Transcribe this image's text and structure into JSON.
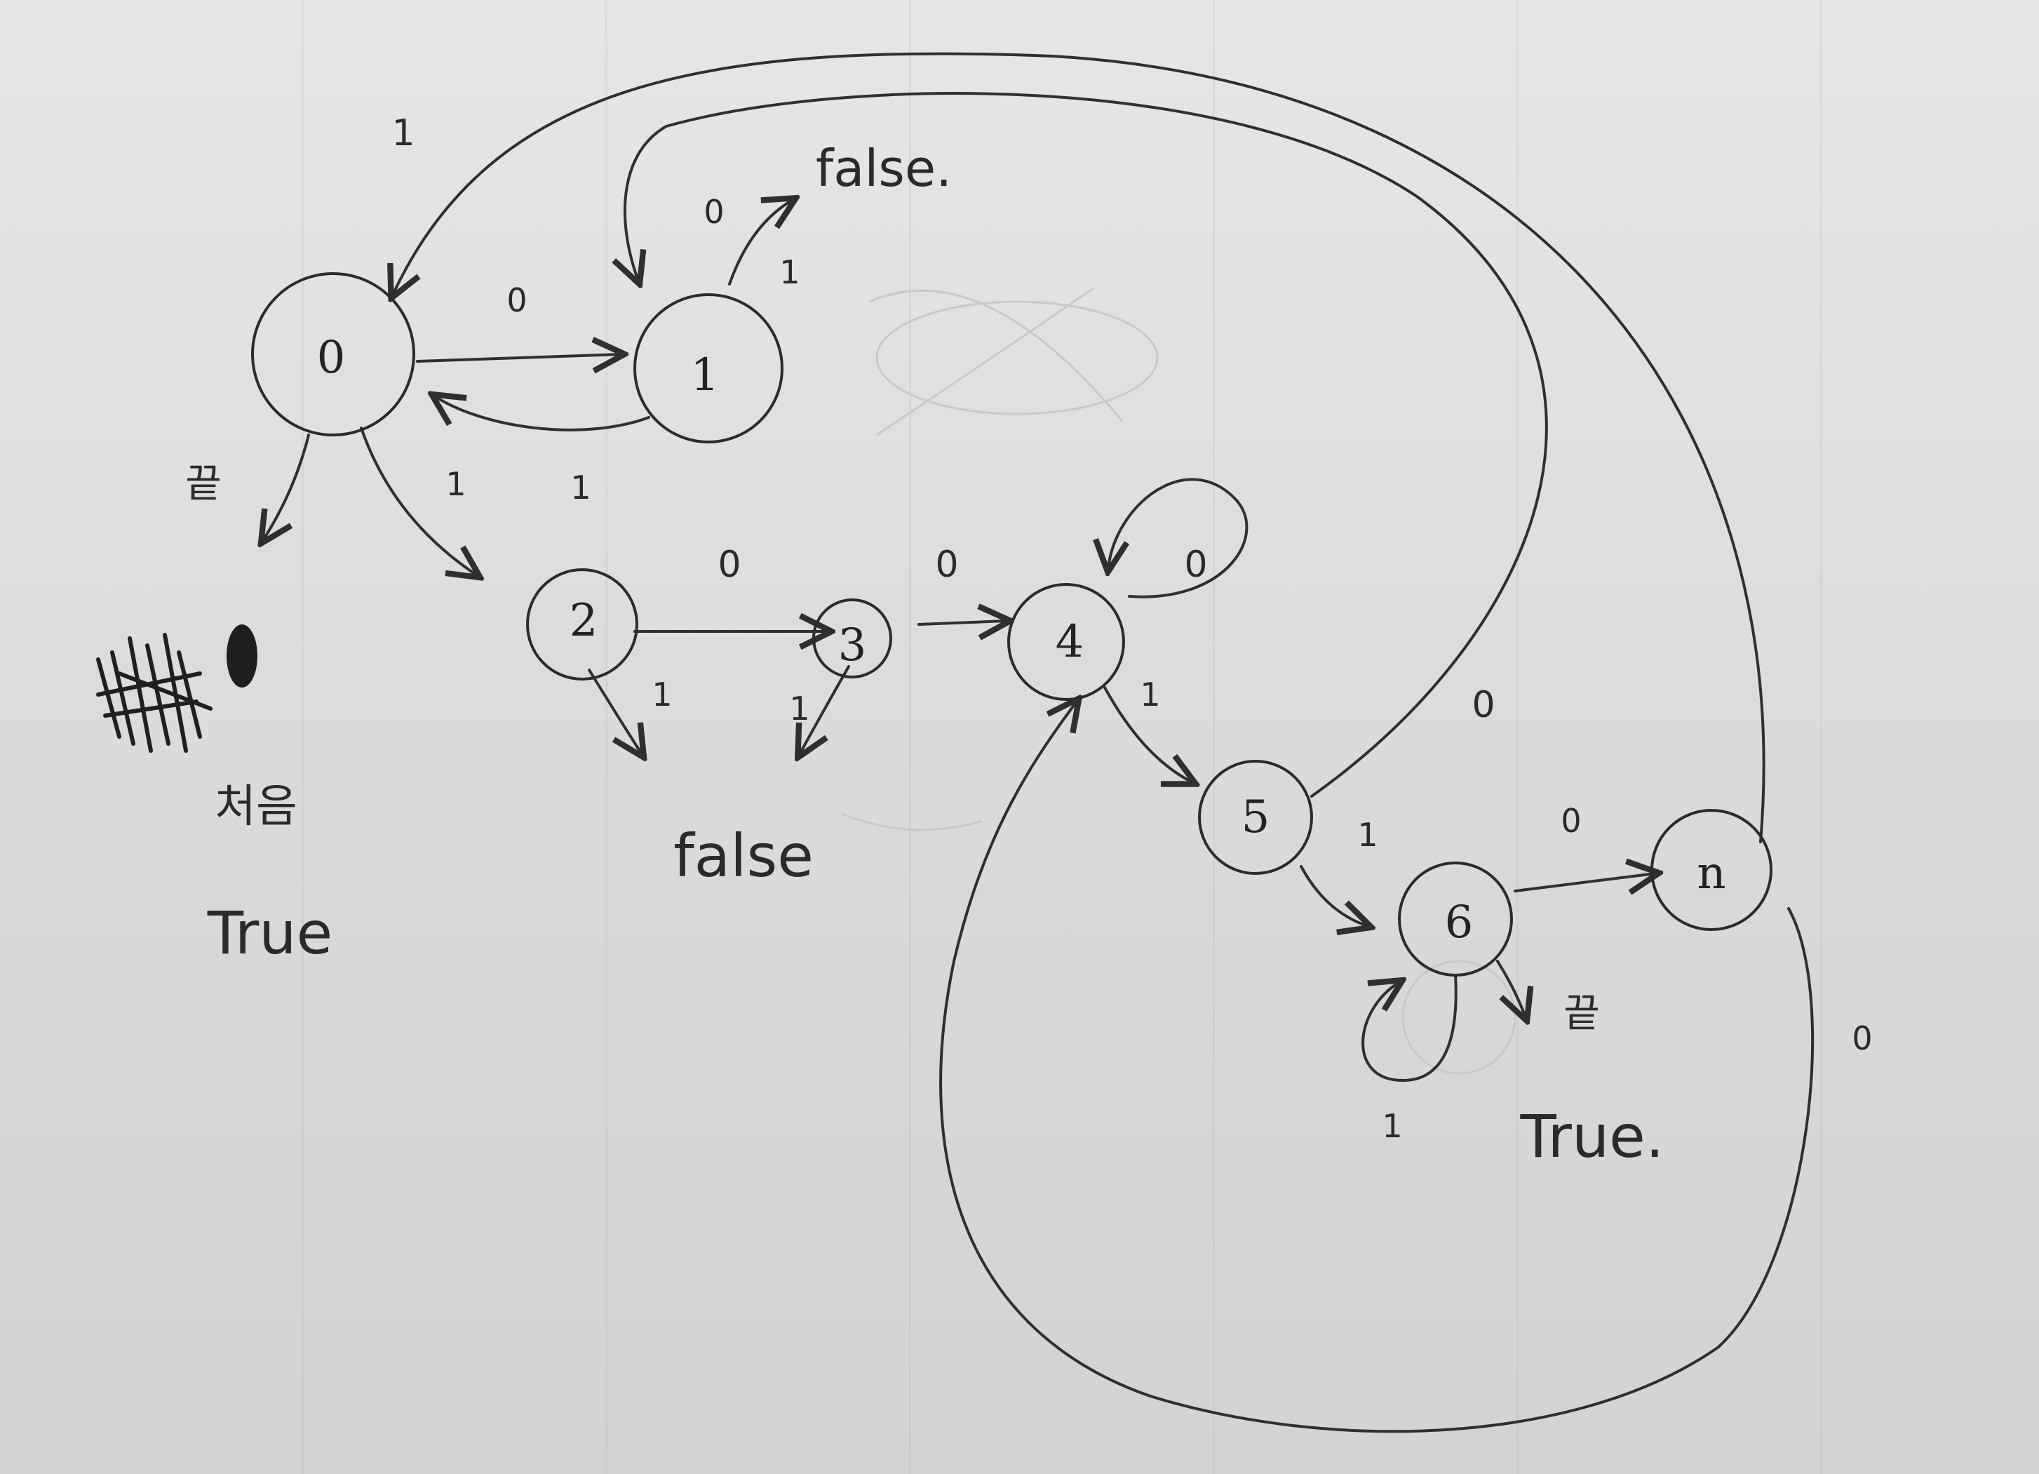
{
  "diagram": {
    "nodes": [
      {
        "id": "n0",
        "label": "0"
      },
      {
        "id": "n1",
        "label": "1"
      },
      {
        "id": "n2",
        "label": "2"
      },
      {
        "id": "n3",
        "label": "3"
      },
      {
        "id": "n4",
        "label": "4"
      },
      {
        "id": "n5",
        "label": "5"
      },
      {
        "id": "n6",
        "label": "6"
      },
      {
        "id": "n7",
        "label": "n"
      }
    ],
    "edge_labels": {
      "top_1": "1",
      "n1_up_0": "0",
      "n1_up_1": "1",
      "n0_n1": "0",
      "n1_n0": "1",
      "n0_n2": "1",
      "n2_n3": "0",
      "n3_n4": "0",
      "n4_self": "0",
      "n2_down": "1",
      "n3_down": "1",
      "n4_n5": "1",
      "n5_top": "0",
      "n5_n6": "1",
      "n6_n7": "0",
      "n6_self": "1",
      "n7_loop": "0"
    },
    "notes": {
      "false_top": "false.",
      "false_mid": "false",
      "true_left": "True",
      "true_right": "True."
    },
    "handwriting": {
      "left_small_1": "끝",
      "left_small_2": "처음",
      "right_small": "끝"
    }
  }
}
